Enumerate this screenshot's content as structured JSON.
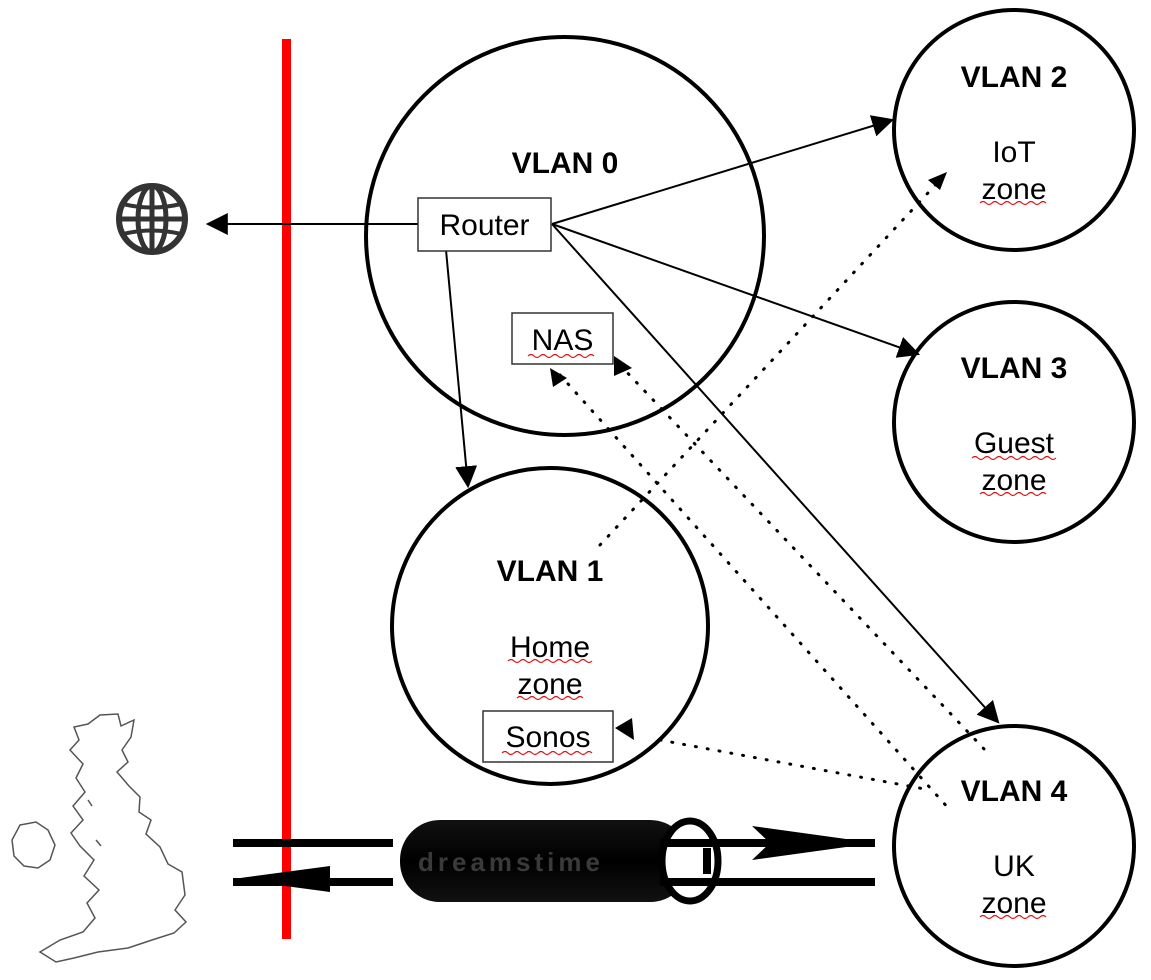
{
  "diagram": {
    "vlans": [
      {
        "id": "vlan0",
        "title": "VLAN 0"
      },
      {
        "id": "vlan1",
        "title": "VLAN 1",
        "zone_line1": "Home",
        "zone_line2": "zone"
      },
      {
        "id": "vlan2",
        "title": "VLAN 2",
        "zone_line1": "IoT",
        "zone_line2": "zone"
      },
      {
        "id": "vlan3",
        "title": "VLAN 3",
        "zone_line1": "Guest",
        "zone_line2": "zone"
      },
      {
        "id": "vlan4",
        "title": "VLAN 4",
        "zone_line1": "UK",
        "zone_line2": "zone"
      }
    ],
    "devices": {
      "router": "Router",
      "nas": "NAS",
      "sonos": "Sonos"
    },
    "icons": {
      "internet": "globe-icon",
      "country": "uk-map-icon",
      "tunnel": "vpn-tunnel-icon"
    },
    "watermark": "dreamstime",
    "colors": {
      "firewall": "#ff0000",
      "stroke": "#000000",
      "background": "#ffffff"
    }
  }
}
